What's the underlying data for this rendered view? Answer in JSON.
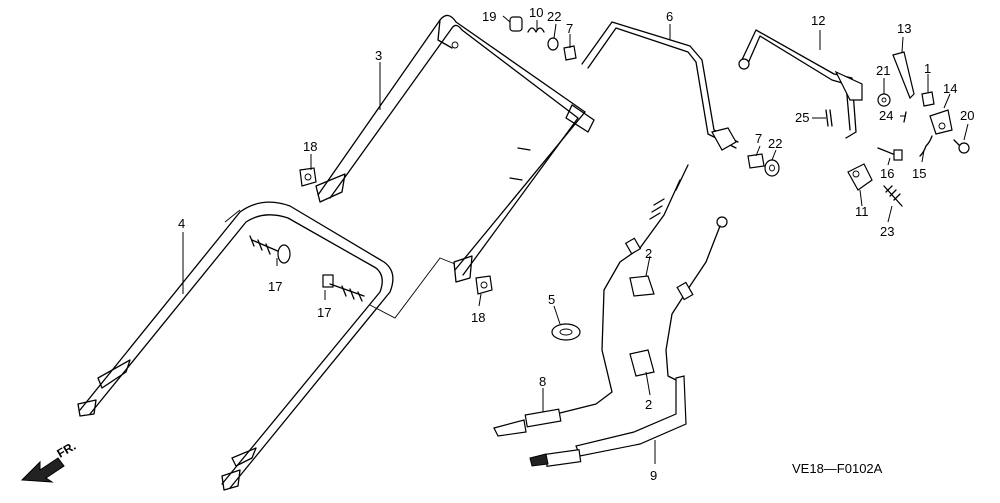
{
  "diagram_code": "VE18—F0102A",
  "direction_label": "FR.",
  "callouts": [
    "1",
    "2",
    "2",
    "3",
    "4",
    "5",
    "6",
    "7",
    "7",
    "8",
    "9",
    "10",
    "11",
    "12",
    "13",
    "14",
    "15",
    "16",
    "17",
    "17",
    "18",
    "18",
    "19",
    "20",
    "21",
    "22",
    "22",
    "23",
    "24",
    "25"
  ]
}
